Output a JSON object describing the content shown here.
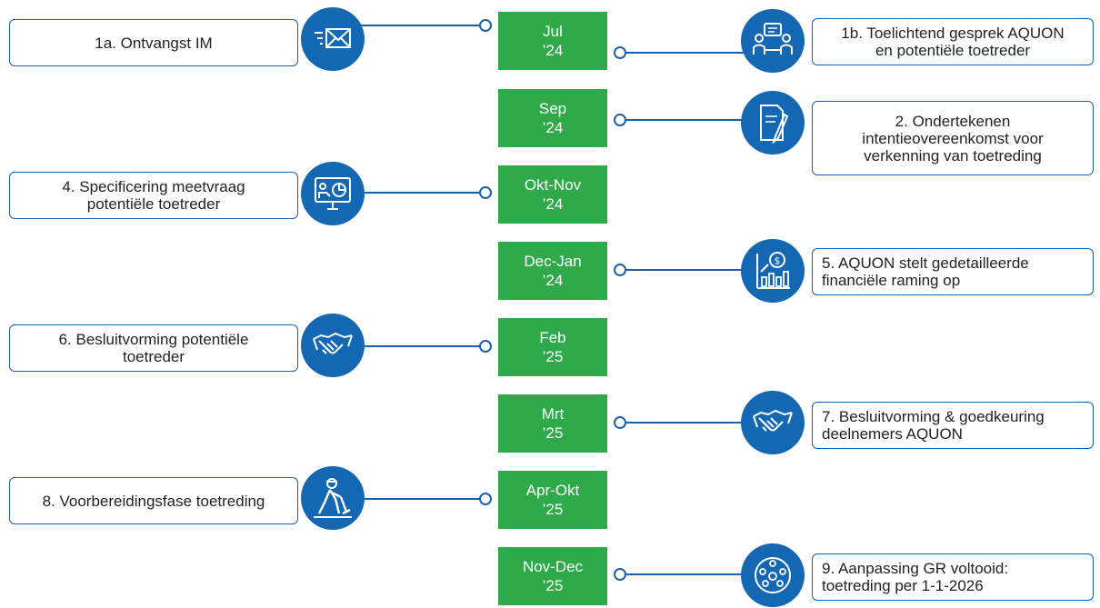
{
  "colors": {
    "accent_blue": "#1468b3",
    "date_green": "#2faa4a",
    "border_blue": "#1d5fa8"
  },
  "milestones": [
    {
      "date_line1": "Jul",
      "date_line2": "’24",
      "side": "left",
      "label": [
        "1a. Ontvangst IM"
      ],
      "icon": "envelope-icon"
    },
    {
      "date_line1": "",
      "date_line2": "",
      "side": "right",
      "label": [
        "1b. Toelichtend gesprek AQUON",
        "en potentiële toetreder"
      ],
      "icon": "meeting-icon"
    },
    {
      "date_line1": "Sep",
      "date_line2": "’24",
      "side": "right",
      "label": [
        "2. Ondertekenen",
        "intentieovereenkomst voor",
        "verkenning van toetreding"
      ],
      "icon": "document-sign-icon"
    },
    {
      "date_line1": "Okt-Nov",
      "date_line2": "’24",
      "side": "left",
      "label": [
        "4. Specificering meetvraag",
        "potentiële toetreder"
      ],
      "icon": "presentation-chart-icon"
    },
    {
      "date_line1": "Dec-Jan",
      "date_line2": "’24",
      "side": "right",
      "label": [
        "5. AQUON stelt gedetailleerde",
        "financiële raming op"
      ],
      "icon": "finance-chart-icon"
    },
    {
      "date_line1": "Feb",
      "date_line2": "’25",
      "side": "left",
      "label": [
        "6. Besluitvorming potentiële",
        "toetreder"
      ],
      "icon": "handshake-icon"
    },
    {
      "date_line1": "Mrt",
      "date_line2": "’25",
      "side": "right",
      "label": [
        "7. Besluitvorming & goedkeuring",
        "deelnemers AQUON"
      ],
      "icon": "handshake-icon"
    },
    {
      "date_line1": "Apr-Okt",
      "date_line2": "’25",
      "side": "left",
      "label": [
        "8. Voorbereidingsfase toetreding"
      ],
      "icon": "worker-digging-icon"
    },
    {
      "date_line1": "Nov-Dec",
      "date_line2": "’25",
      "side": "right",
      "label": [
        "9. Aanpassing GR voltooid:",
        "toetreding per 1-1-2026"
      ],
      "icon": "community-network-icon"
    }
  ]
}
